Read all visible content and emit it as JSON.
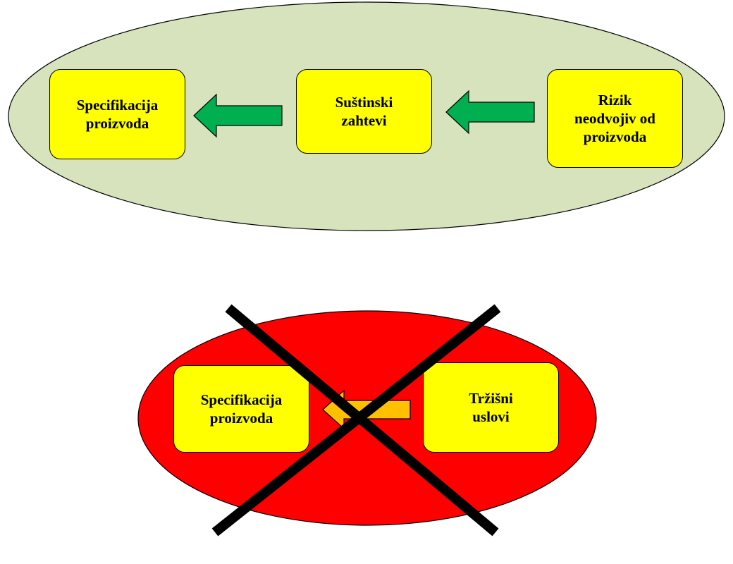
{
  "colors": {
    "top_ellipse": "#d6e3bc",
    "bottom_ellipse": "#ff0000",
    "box_fill": "#ffff00",
    "green_arrow": "#00b050",
    "orange_arrow": "#ffc000",
    "cross": "#000000"
  },
  "top_group": {
    "box_spec": {
      "line1": "Specifikacija",
      "line2": "proizvoda"
    },
    "box_essential": {
      "line1": "Suštinski",
      "line2": "zahtevi"
    },
    "box_risk": {
      "line1": "Rizik",
      "line2": "neodvojiv od",
      "line3": "proizvoda"
    }
  },
  "bottom_group": {
    "box_spec": {
      "line1": "Specifikacija",
      "line2": "proizvoda"
    },
    "box_market": {
      "line1": "Tržišni",
      "line2": "uslovi"
    },
    "crossed_out": true
  }
}
